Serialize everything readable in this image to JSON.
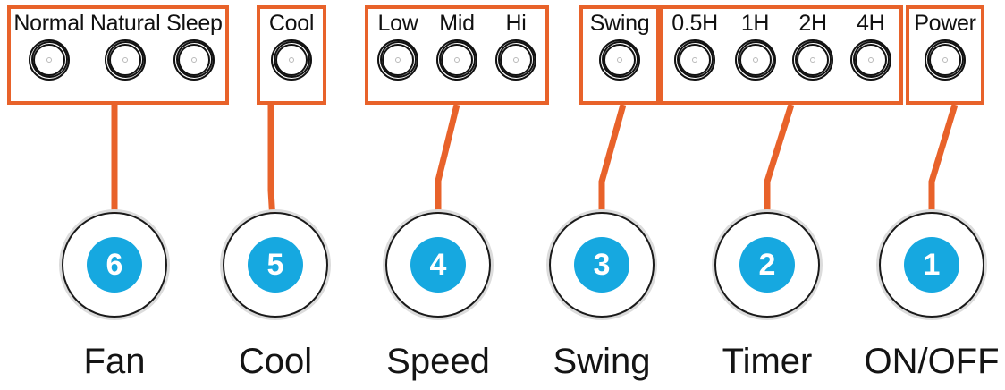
{
  "accent_colors": {
    "box_outline": "#e8622a",
    "connector": "#e8622a",
    "badge": "#16a8e0",
    "badge_text": "#ffffff",
    "knob_stroke": "#111111",
    "button_halo": "#dcdcdc",
    "background": "#ffffff"
  },
  "panel_groups": [
    {
      "id": "fan",
      "buttons": [
        {
          "label": "Normal"
        },
        {
          "label": "Natural"
        },
        {
          "label": "Sleep"
        }
      ]
    },
    {
      "id": "cool",
      "buttons": [
        {
          "label": "Cool"
        }
      ]
    },
    {
      "id": "speed",
      "buttons": [
        {
          "label": "Low"
        },
        {
          "label": "Mid"
        },
        {
          "label": "Hi"
        }
      ]
    },
    {
      "id": "swing",
      "buttons": [
        {
          "label": "Swing"
        }
      ]
    },
    {
      "id": "timer",
      "buttons": [
        {
          "label": "0.5H"
        },
        {
          "label": "1H"
        },
        {
          "label": "2H"
        },
        {
          "label": "4H"
        }
      ]
    },
    {
      "id": "power",
      "buttons": [
        {
          "label": "Power"
        }
      ]
    }
  ],
  "callout_buttons": [
    {
      "number": "6",
      "caption": "Fan"
    },
    {
      "number": "5",
      "caption": "Cool"
    },
    {
      "number": "4",
      "caption": "Speed"
    },
    {
      "number": "3",
      "caption": "Swing"
    },
    {
      "number": "2",
      "caption": "Timer"
    },
    {
      "number": "1",
      "caption": "ON/OFF"
    }
  ]
}
